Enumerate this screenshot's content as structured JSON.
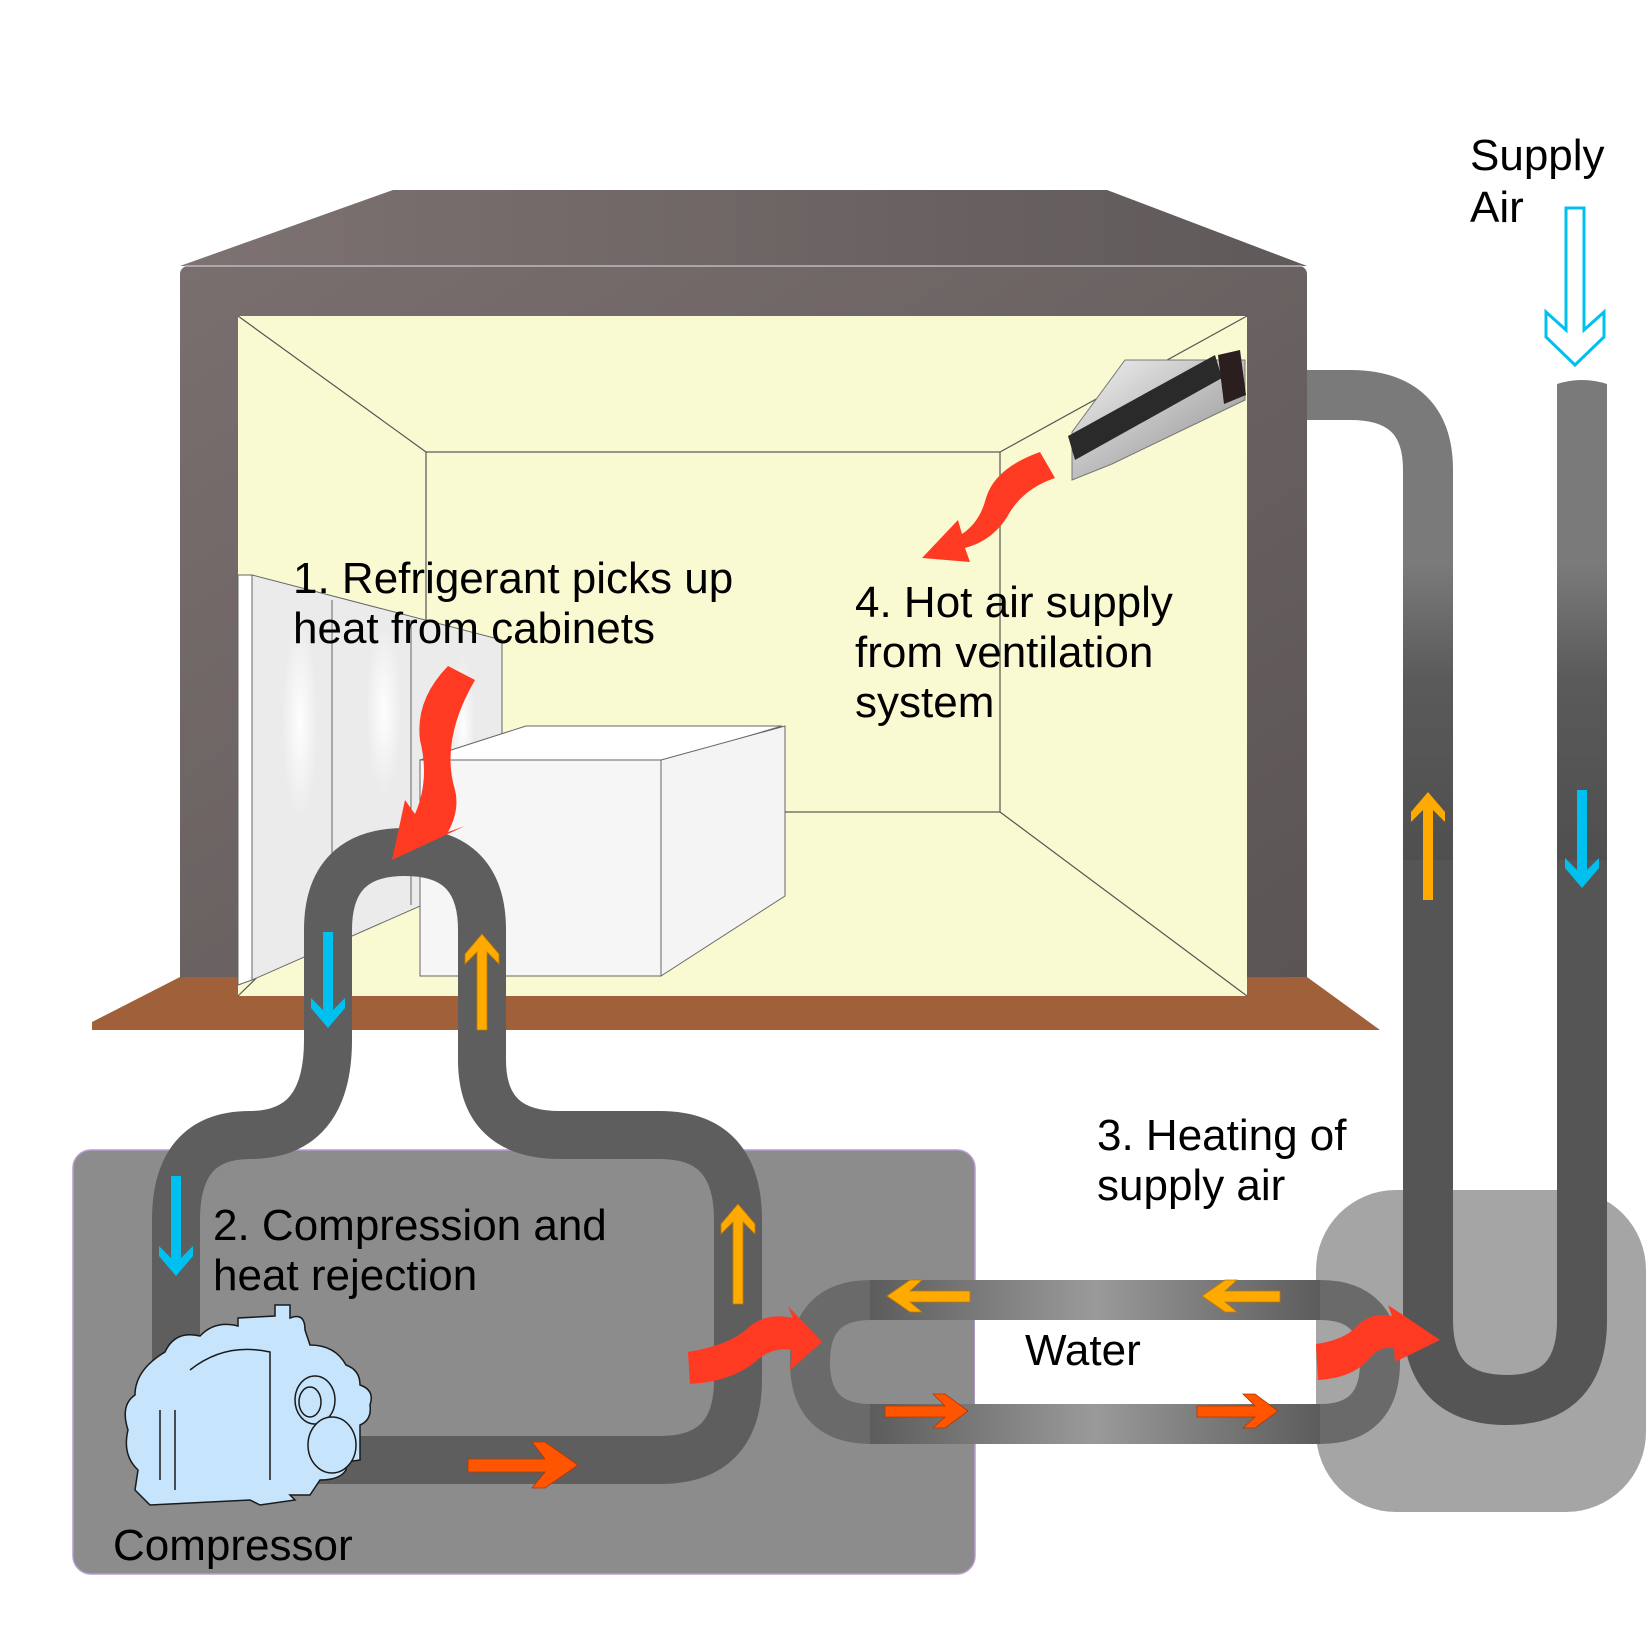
{
  "labels": {
    "step1_line1": "1. Refrigerant picks up",
    "step1_line2": "heat from cabinets",
    "step2_line1": "2. Compression and",
    "step2_line2": "heat rejection",
    "step3_line1": "3. Heating of",
    "step3_line2": "supply air",
    "step4_line1": "4. Hot air supply",
    "step4_line2": "from ventilation",
    "step4_line3": "system",
    "supply_air_line1": "Supply",
    "supply_air_line2": "Air",
    "water": "Water",
    "compressor": "Compressor"
  },
  "colors": {
    "building_wall": "#6e6565",
    "room_interior": "#fafad2",
    "floor": "#a0603a",
    "machine_room": "#8c8c8c",
    "pipe": "#5e5e5e",
    "cold_arrow": "#00c0f0",
    "warm_arrow": "#ffaa00",
    "hot_arrow": "#ff5500",
    "heat_flow_arrow": "#ff3a22",
    "compressor_fill": "#c6e4fb",
    "heat_exchanger_box": "#a5a5a5"
  }
}
